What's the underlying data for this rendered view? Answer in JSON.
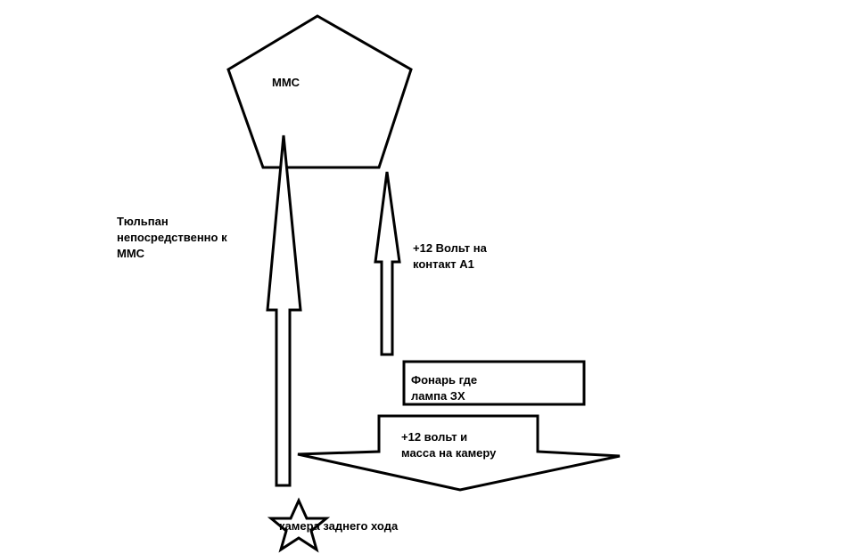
{
  "colors": {
    "stroke": "#000000",
    "fill": "#ffffff",
    "background": "#ffffff"
  },
  "nodes": {
    "mmc": {
      "label": "ММС"
    },
    "tulip": {
      "lines": [
        "Тюльпан",
        "непосредственно к",
        "ММС"
      ]
    },
    "contact": {
      "lines": [
        "+12 Вольт на",
        "контакт А1"
      ]
    },
    "lamp": {
      "lines": [
        "Фонарь где",
        "лампа ЗХ"
      ]
    },
    "power": {
      "lines": [
        "+12 вольт и",
        "масса на камеру"
      ]
    },
    "camera": {
      "label": "камера заднего хода"
    }
  }
}
